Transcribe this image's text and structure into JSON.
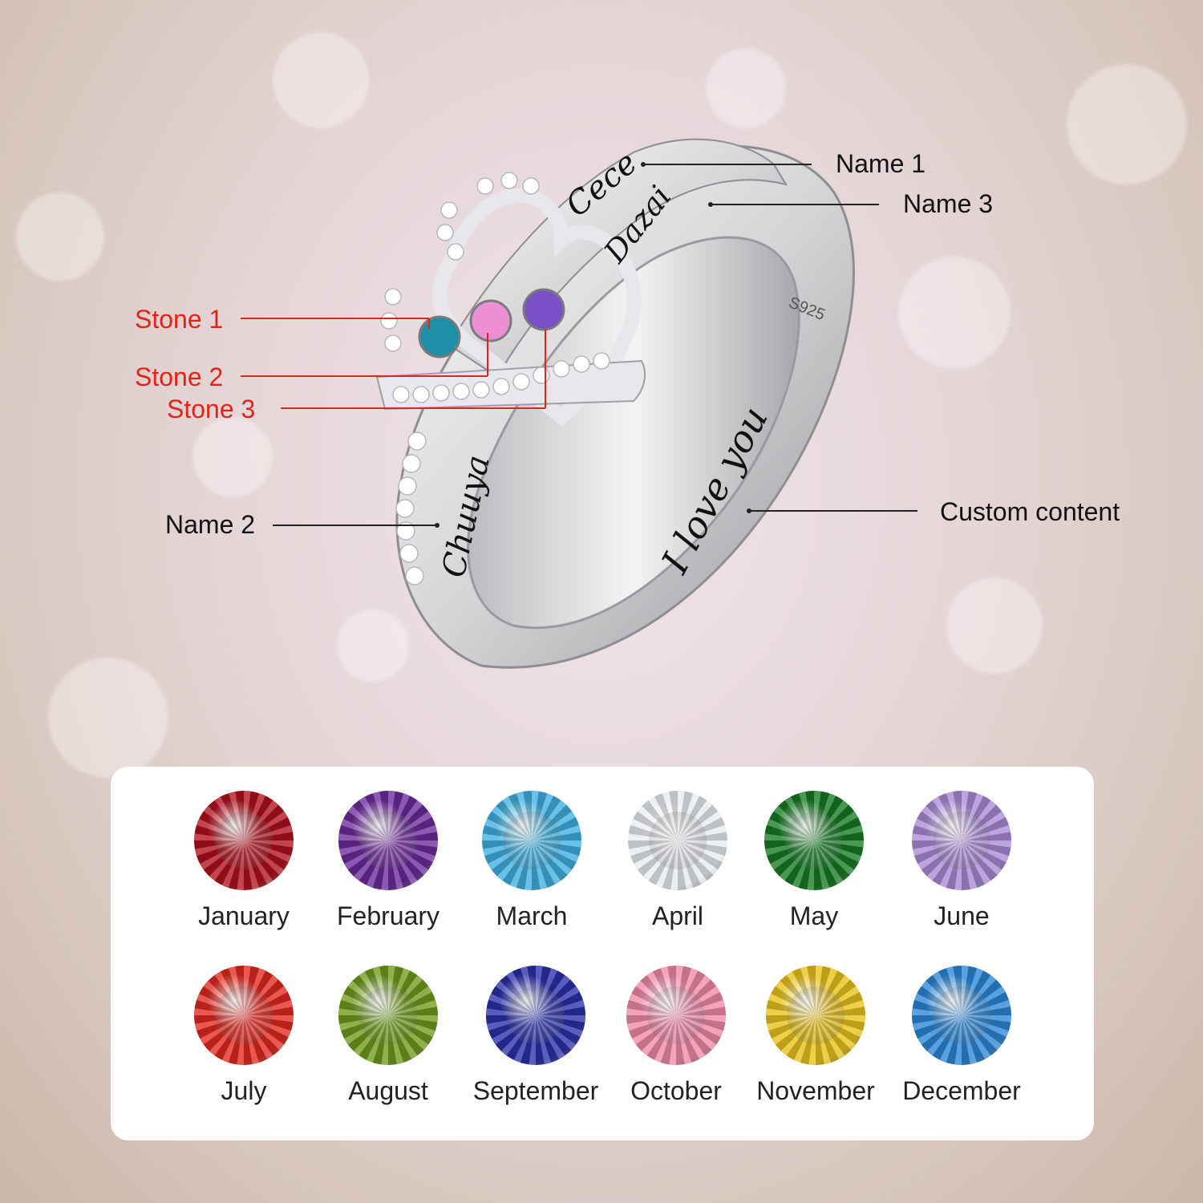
{
  "callouts": {
    "name1": "Name 1",
    "name3": "Name 3",
    "stone1": "Stone 1",
    "stone2": "Stone 2",
    "stone3": "Stone 3",
    "name2": "Name 2",
    "custom": "Custom content"
  },
  "engravings": {
    "name1": "Cece",
    "name3": "Dazai",
    "name2": "Chuuya",
    "custom": "I love you",
    "stamp": "S925"
  },
  "ring_stones": [
    {
      "color": "#1d8fa6"
    },
    {
      "color": "#ec8fd4"
    },
    {
      "color": "#7a4fc8"
    }
  ],
  "birthstones": [
    {
      "month": "January",
      "color": "#b0101c"
    },
    {
      "month": "February",
      "color": "#6b2a9a"
    },
    {
      "month": "March",
      "color": "#3fb0e0"
    },
    {
      "month": "April",
      "color": "#e8ecef"
    },
    {
      "month": "May",
      "color": "#167a23"
    },
    {
      "month": "June",
      "color": "#a98ad6"
    },
    {
      "month": "July",
      "color": "#e1281f"
    },
    {
      "month": "August",
      "color": "#6f9a1c"
    },
    {
      "month": "September",
      "color": "#2a2fa8"
    },
    {
      "month": "October",
      "color": "#f08aa8"
    },
    {
      "month": "November",
      "color": "#e8c21a"
    },
    {
      "month": "December",
      "color": "#2b86d6"
    }
  ]
}
